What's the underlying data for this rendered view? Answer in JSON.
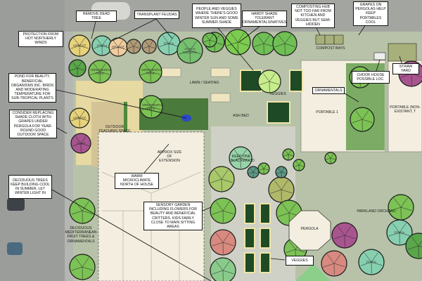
{
  "colors": {
    "ground": "#b8c2a8",
    "aerial": "#9a9d9a",
    "building": "#f3eedf",
    "sand": "#e6d9a2",
    "tan": "#d4c395",
    "bed": "#1f4a26",
    "tree_green": "#7cc255",
    "tree_yellow": "#e6d27a",
    "tree_purple": "#a8558f",
    "tree_blue": "#86d0b0",
    "tree_peach": "#f0cc9e"
  },
  "callouts": {
    "remove_dead_tree": "Remove dead tree",
    "transplant_feijoas": "Transplant feijoas",
    "people_veggies": "People and veggies where there's good winter sun and some summer shade",
    "hardy_shade": "Hardy shade tolerant ornamentals/natives",
    "composting_hub": "Composting hub not too far from kitchen and veggies but semi-hidden",
    "grapes_pergolas": "Grapes on pergolas help keep portables cool",
    "protection": "Protection from hot northerly winds",
    "pond": "Pond for beauty, beneficial organisms inc. birds and moderating temperature for sub-tropical plants",
    "shade_cloth": "Consider replacing shade cloth with grapes under pergola for year-round good outdoor space",
    "straw_yard": "Straw yard",
    "chook_house": "Chook house possible loc.",
    "ornamentals": "Ornamentals",
    "warm_microclimate": "Warm microclimate north of house",
    "deciduous_trees": "Deciduous trees keep building cool in summer, let winter light in",
    "sensory_garden": "Sensory garden including flowers for beauty and beneficial critters. Kids fairly close to main sitting areas",
    "veggies_box": "Veggies"
  },
  "areas": {
    "compost_bays": "Compost bays",
    "portable_1": "Portable 1",
    "portable_2": "Portable (non-existant, t",
    "lawn_seating": "Lawn / seating",
    "veggies": "Veggies",
    "ash_bed": "Ash bed",
    "outdoor_teaching": "Outdoor teaching space",
    "extension": "Approx size of extension",
    "deciduous_med": "Deciduous mediterranean fruit trees & ornamentals",
    "keep_blackwood": "Keep one blackwood",
    "orchard": "Parkland orchard",
    "pergola": "Pergola"
  },
  "tree_labels": {
    "apricot_1": "Apricot",
    "feijoa_1": "Feijoa",
    "orange": "Orange",
    "feijoa_2": "Feijoa",
    "acacia": "Acacia cognata",
    "pear_1": "Ornamental pear",
    "pear_2": "Ornamental pear",
    "pear_3": "Ornamental pear",
    "apricot_2": "Apricot",
    "plum": "Plum",
    "feijoa_3": "Feijoa",
    "feijoa_4": "Feijoa"
  }
}
